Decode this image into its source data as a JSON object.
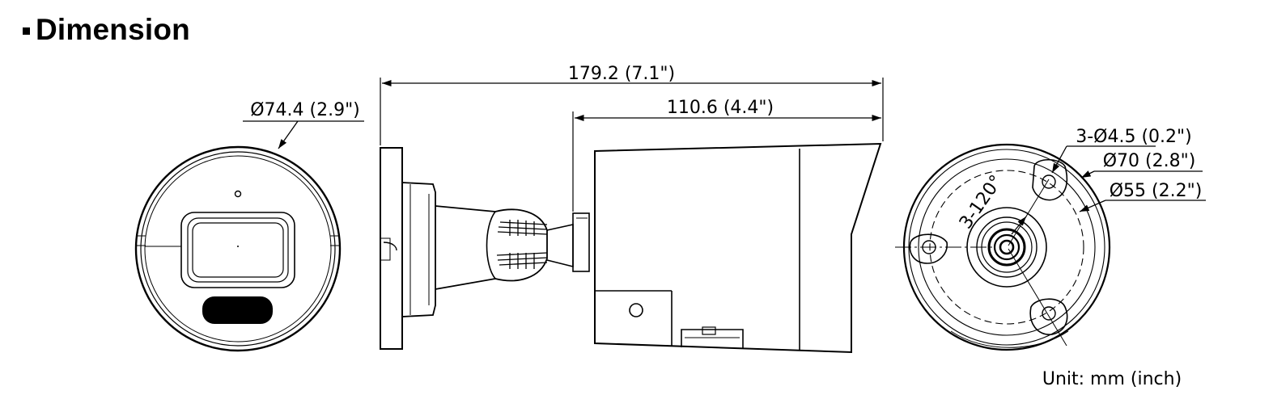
{
  "title": "Dimension",
  "dimensions": {
    "total_length": "179.2 (7.1\")",
    "body_length": "110.6 (4.4\")",
    "front_diameter": "Ø74.4 (2.9\")",
    "hole_spec": "3-Ø4.5 (0.2\")",
    "base_outer_diameter": "Ø70 (2.8\")",
    "hole_circle_diameter": "Ø55 (2.2\")",
    "hole_angle": "3-120°"
  },
  "unit_note": "Unit: mm (inch)"
}
